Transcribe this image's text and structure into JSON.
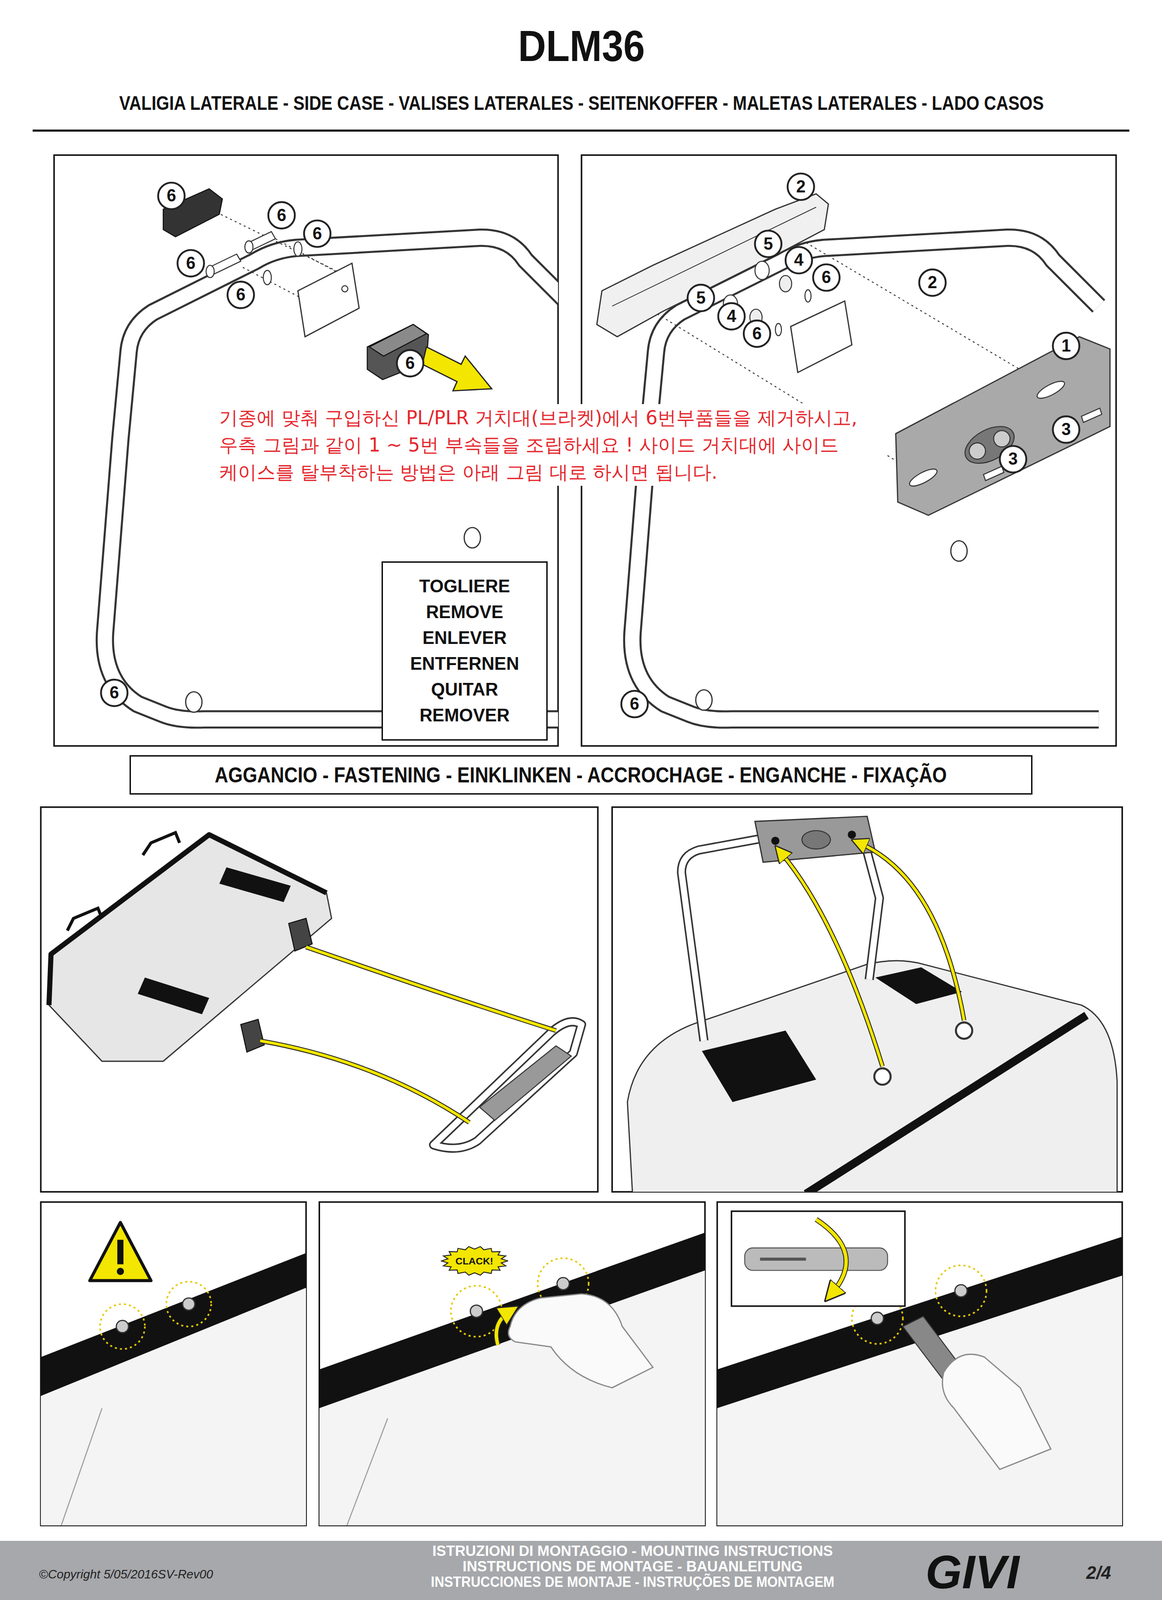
{
  "diagram": {
    "title": "DLM36",
    "nodes": [
      {
        "text": [
          "TOGLIERE REMOVE ENLEVER ENTFERNEN QUITAR REMOVER"
        ]
      },
      {
        "text": [
          "AGGANCIO - FASTENING - EINKLINKEN - ACCROCHAGE - ENGANCHE - FIXAÇÃO"
        ]
      },
      {
        "text": [
          "CLACK!"
        ]
      },
      {
        "text": [
          "©Copyright 5/05/2016SV-Rev00",
          "ISTRUZIONI DI MONTAGGIO - MOUNTING INSTRUCTIONS",
          "INSTRUCTIONS DE MONTAGE - BAUANLEITUNG",
          "INSTRUCCIONES DE MONTAJE - INSTRUÇÕES DE MONTAGEM",
          "GIVI",
          "2/4"
        ]
      }
    ],
    "labels": [
      "VALIGIA LATERALE - SIDE CASE - VALISES LATERALES - SEITENKOFFER - MALETAS LATERALES - LADO CASOS",
      "6",
      "6",
      "6",
      "6",
      "6",
      "6",
      "2",
      "5",
      "4",
      "6",
      "2",
      "5",
      "4",
      "6",
      "1",
      "3",
      "3",
      "기종에 맞춰 구입하신 PL/PLR 거치대(브라켓)에서 6번부품들을 제거하시고, 우측 그림과 같이 1 ~ 5번 부속들을 조립하세요 ! 사이드 거치대에 사이드 케이스를 탈부착하는 방법은 아래 그림 대로 하시면 됩니다.",
      "6",
      "6"
    ]
  }
}
